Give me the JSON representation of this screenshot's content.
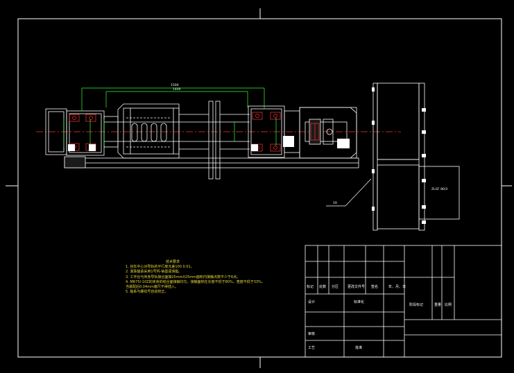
{
  "dimensions": {
    "overall": "1500",
    "inner": "1400"
  },
  "callout": {
    "part_no": "19"
  },
  "motor_label": "ZLGF 80/3",
  "tech_requirements": {
    "title": "技术要求",
    "items": [
      "1. 丝杠中心对导轨的平行度允差100  0.01。",
      "2. 滚珠轴承采用1号钙-钠基润滑脂。",
      "3. 工作台与床身导轨接合面接25mmX25mm面积内接触点数不少于6点。",
      "4. MR75I-10Z的床身的结合面接触均匀，接触面积在长度不低于80%，宽度不低于33%。",
      "   当装配后0.04mm塞尺不得插入。",
      "5. 轴系与螺纹号自动校正。"
    ]
  },
  "title_block": {
    "header": [
      "标记",
      "处数",
      "分区",
      "更改文件号",
      "签名",
      "年、月、日"
    ],
    "design": "设计",
    "standardize": "标准化",
    "check": "审核",
    "process": "工艺",
    "approve": "批准",
    "stage_mark": "阶段标记",
    "weight": "重量",
    "scale": "比例"
  }
}
